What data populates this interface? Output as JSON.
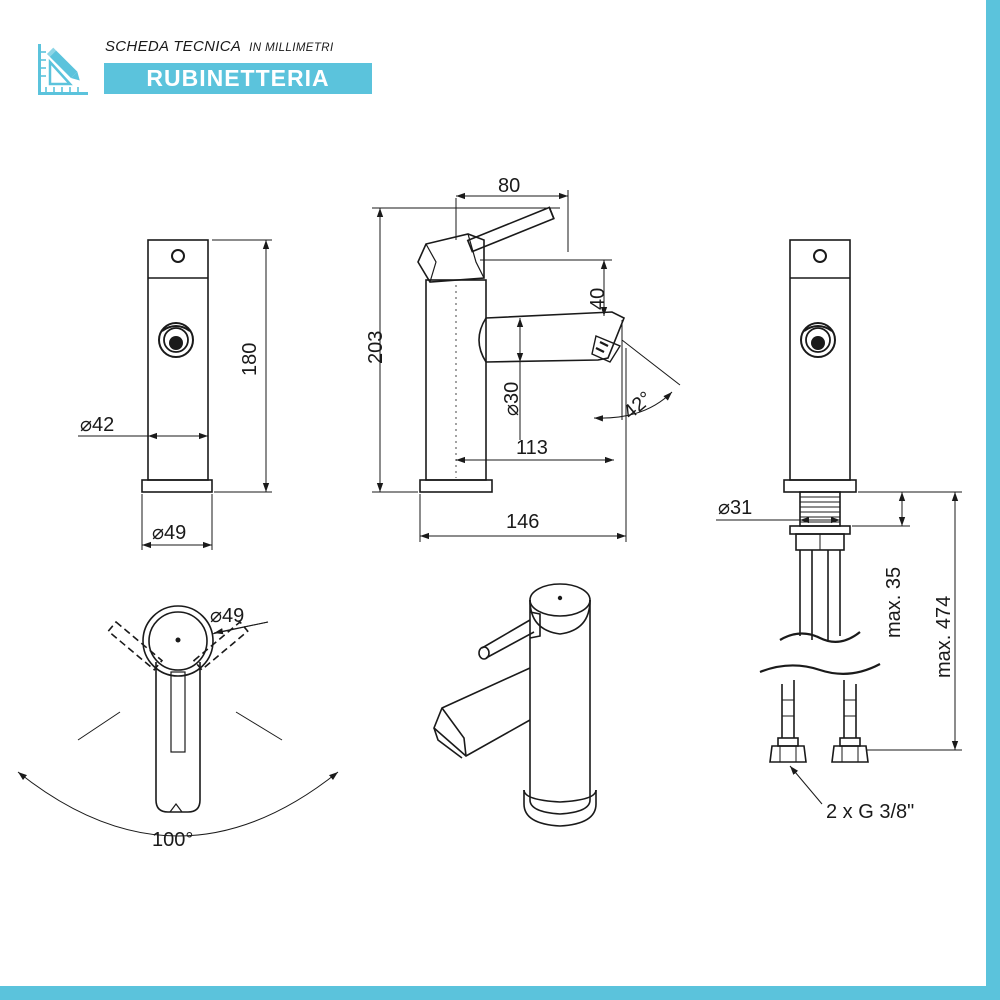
{
  "header": {
    "title": "SCHEDA TECNICA",
    "unit": "IN MILLIMETRI",
    "category": "RUBINETTERIA"
  },
  "colors": {
    "accent": "#5bc3dc",
    "line": "#1a1a1a"
  },
  "icons": {
    "header": "ruler-pencil-icon"
  },
  "dimensions": {
    "side_diameter_body": "⌀42",
    "side_height": "180",
    "side_base_diameter": "⌀49",
    "front_handle_reach": "80",
    "front_total_height": "203",
    "front_spout_drop": "40",
    "front_spout_diameter": "⌀30",
    "front_spout_angle": "42°",
    "front_spout_length": "113",
    "front_total_depth": "146",
    "back_shank_diameter": "⌀31",
    "back_shank_length": "max. 35",
    "back_hose_length": "max. 474",
    "back_connection": "2 x G 3/8\"",
    "top_diameter": "⌀49",
    "top_rotation": "100°"
  }
}
